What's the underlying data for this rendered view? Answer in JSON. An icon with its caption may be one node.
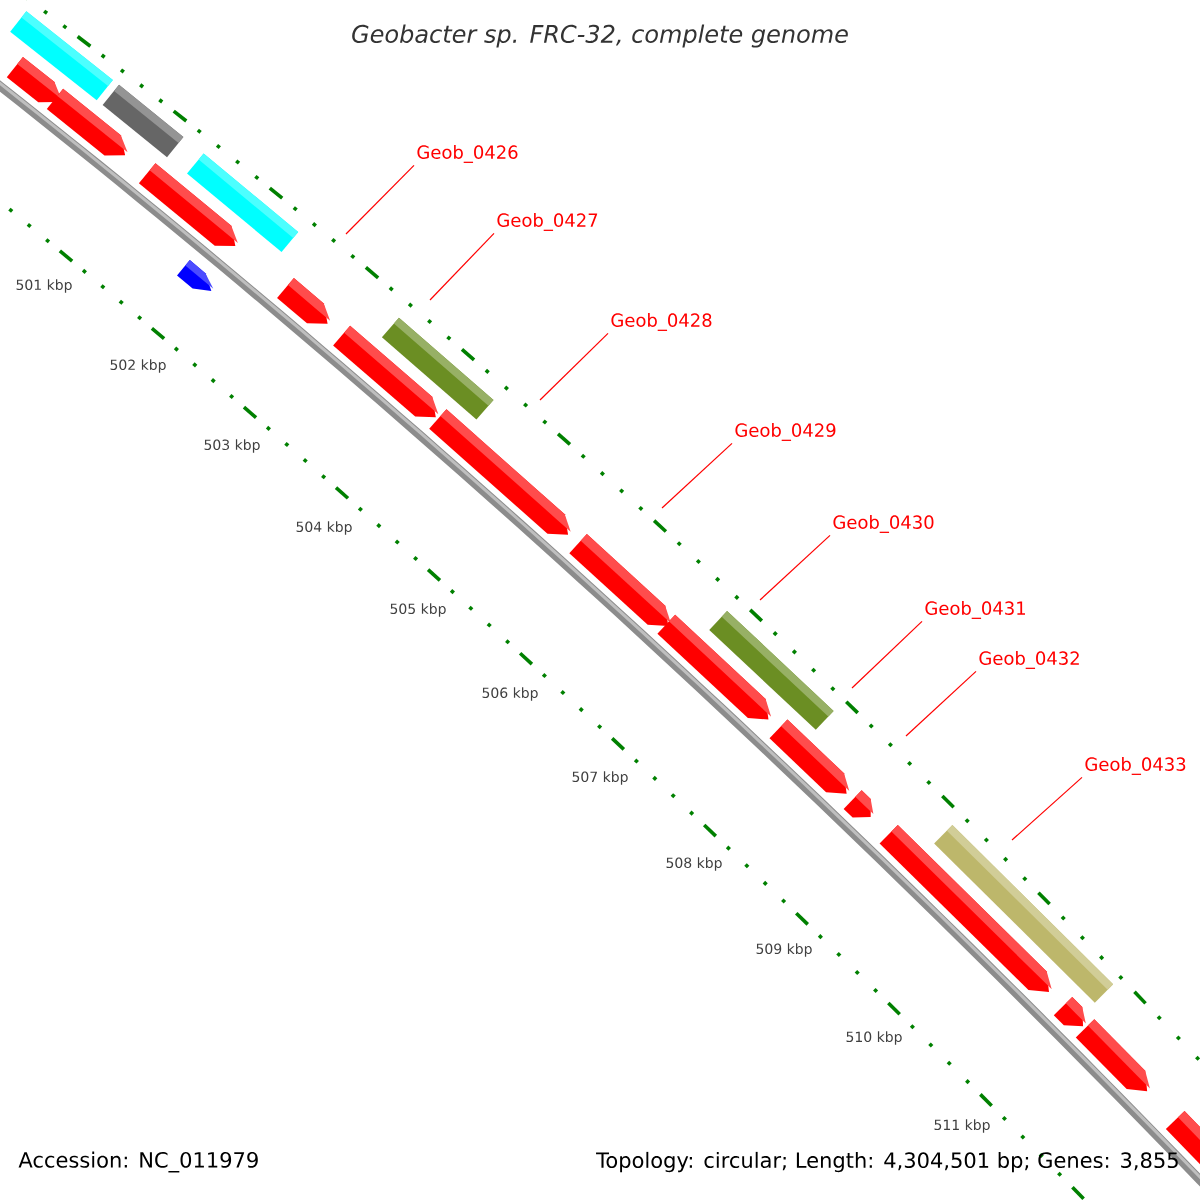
{
  "diagram": {
    "title": "Geobacter sp. FRC-32, complete genome",
    "nodes": [
      {
        "text": [
          "Geob_0426"
        ]
      },
      {
        "text": [
          "Geob_0427"
        ]
      },
      {
        "text": [
          "Geob_0428"
        ]
      },
      {
        "text": [
          "Geob_0429"
        ]
      },
      {
        "text": [
          "Geob_0430"
        ]
      },
      {
        "text": [
          "Geob_0431"
        ]
      },
      {
        "text": [
          "Geob_0432"
        ]
      },
      {
        "text": [
          "Geob_0433"
        ]
      }
    ],
    "edges": [
      {
        "from": 0,
        "to": null,
        "arrow": "none"
      },
      {
        "from": 1,
        "to": null,
        "arrow": "none"
      },
      {
        "from": 2,
        "to": null,
        "arrow": "none"
      },
      {
        "from": 3,
        "to": null,
        "arrow": "none"
      },
      {
        "from": 4,
        "to": null,
        "arrow": "none"
      },
      {
        "from": 5,
        "to": null,
        "arrow": "none"
      },
      {
        "from": 6,
        "to": null,
        "arrow": "none"
      },
      {
        "from": 7,
        "to": null,
        "arrow": "none"
      }
    ],
    "labels": [
      "501 kbp",
      "502 kbp",
      "503 kbp",
      "504 kbp",
      "505 kbp",
      "506 kbp",
      "507 kbp",
      "508 kbp",
      "509 kbp",
      "510 kbp",
      "511 kbp",
      "Accession: NC_011979",
      "Topology: circular; Length: 4,304,501 bp; Genes: 3,855"
    ]
  }
}
